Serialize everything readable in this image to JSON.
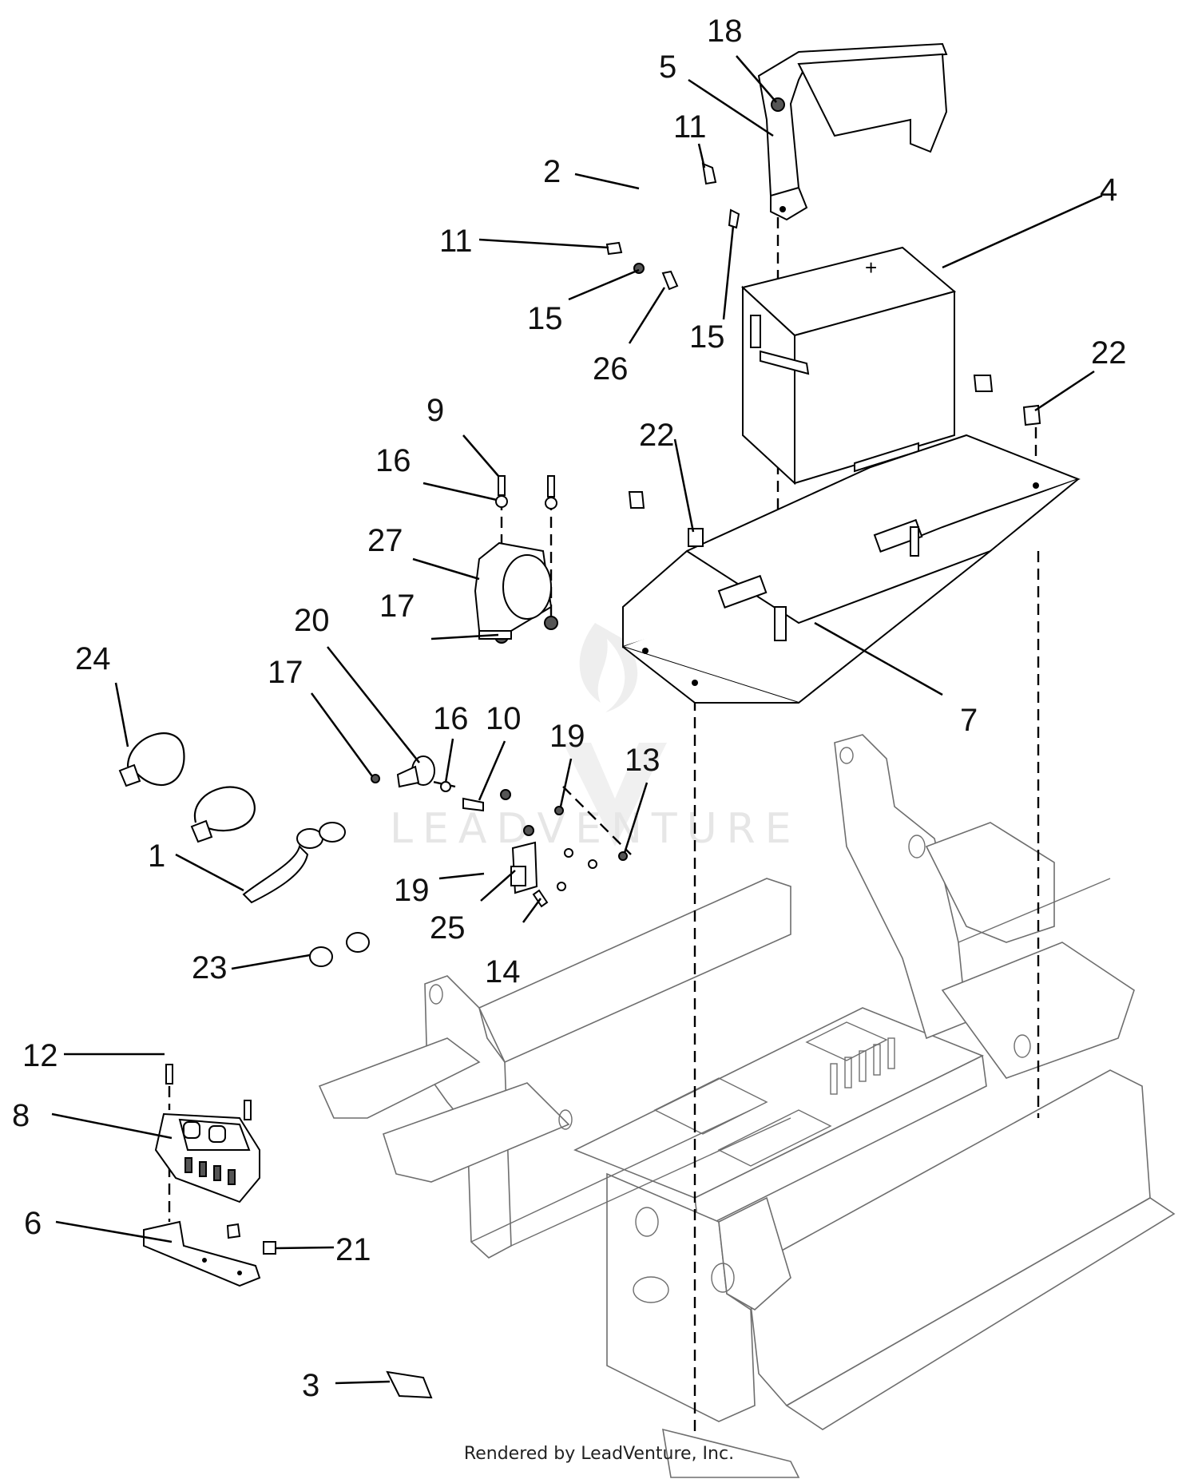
{
  "diagram": {
    "callouts": [
      {
        "id": "18",
        "label": "18"
      },
      {
        "id": "5",
        "label": "5"
      },
      {
        "id": "11a",
        "label": "11"
      },
      {
        "id": "2",
        "label": "2"
      },
      {
        "id": "4",
        "label": "4"
      },
      {
        "id": "11b",
        "label": "11"
      },
      {
        "id": "15a",
        "label": "15"
      },
      {
        "id": "15b",
        "label": "15"
      },
      {
        "id": "26",
        "label": "26"
      },
      {
        "id": "22a",
        "label": "22"
      },
      {
        "id": "22b",
        "label": "22"
      },
      {
        "id": "9",
        "label": "9"
      },
      {
        "id": "16a",
        "label": "16"
      },
      {
        "id": "27",
        "label": "27"
      },
      {
        "id": "17a",
        "label": "17"
      },
      {
        "id": "7",
        "label": "7"
      },
      {
        "id": "24",
        "label": "24"
      },
      {
        "id": "20",
        "label": "20"
      },
      {
        "id": "17b",
        "label": "17"
      },
      {
        "id": "16b",
        "label": "16"
      },
      {
        "id": "10",
        "label": "10"
      },
      {
        "id": "19a",
        "label": "19"
      },
      {
        "id": "13",
        "label": "13"
      },
      {
        "id": "1",
        "label": "1"
      },
      {
        "id": "19b",
        "label": "19"
      },
      {
        "id": "25",
        "label": "25"
      },
      {
        "id": "14",
        "label": "14"
      },
      {
        "id": "23",
        "label": "23"
      },
      {
        "id": "12",
        "label": "12"
      },
      {
        "id": "8",
        "label": "8"
      },
      {
        "id": "6",
        "label": "6"
      },
      {
        "id": "21",
        "label": "21"
      },
      {
        "id": "3",
        "label": "3"
      }
    ],
    "battery_mark": "+",
    "watermark": "LEADVENTURE"
  },
  "footer": {
    "credit": "Rendered by LeadVenture, Inc."
  }
}
